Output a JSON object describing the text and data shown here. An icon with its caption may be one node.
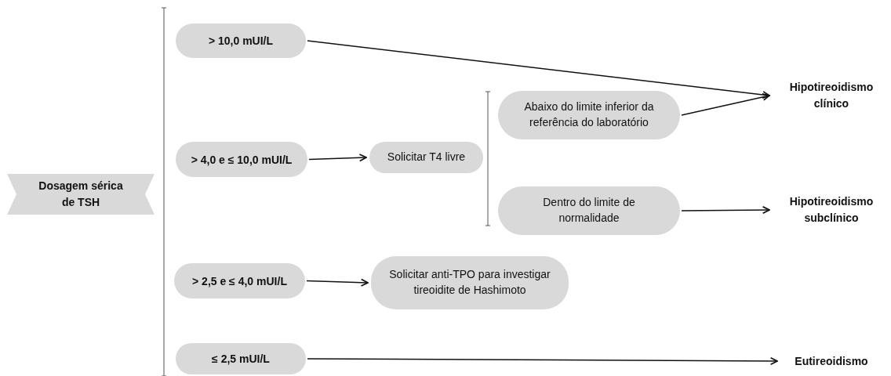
{
  "diagram": {
    "nodes": [
      {
        "text": [
          "Dosagem sérica de TSH"
        ]
      },
      {
        "text": [
          "> 10,0 mUI/L"
        ]
      },
      {
        "text": [
          "> 4,0 e ≤ 10,0 mUI/L"
        ]
      },
      {
        "text": [
          "> 2,5 e ≤ 4,0 mUI/L"
        ]
      },
      {
        "text": [
          "≤ 2,5 mUI/L"
        ]
      },
      {
        "text": [
          "Solicitar T4 livre"
        ]
      },
      {
        "text": [
          "Abaixo do limite inferior da referência do laboratório"
        ]
      },
      {
        "text": [
          "Dentro do limite de normalidade"
        ]
      },
      {
        "text": [
          "Solicitar anti-TPO para investigar tireoidite de Hashimoto"
        ]
      },
      {
        "text": [
          "Hipotireoidismo clínico"
        ]
      },
      {
        "text": [
          "Hipotireoidismo subclínico"
        ]
      },
      {
        "text": [
          "Eutireoidismo"
        ]
      }
    ],
    "edges": [
      {
        "from": 1,
        "to": 9,
        "arrow": "to"
      },
      {
        "from": 2,
        "to": 5,
        "arrow": "to"
      },
      {
        "from": 6,
        "to": 9,
        "arrow": "to"
      },
      {
        "from": 7,
        "to": 10,
        "arrow": "to"
      },
      {
        "from": 3,
        "to": 8,
        "arrow": "to"
      },
      {
        "from": 4,
        "to": 11,
        "arrow": "to"
      }
    ]
  }
}
